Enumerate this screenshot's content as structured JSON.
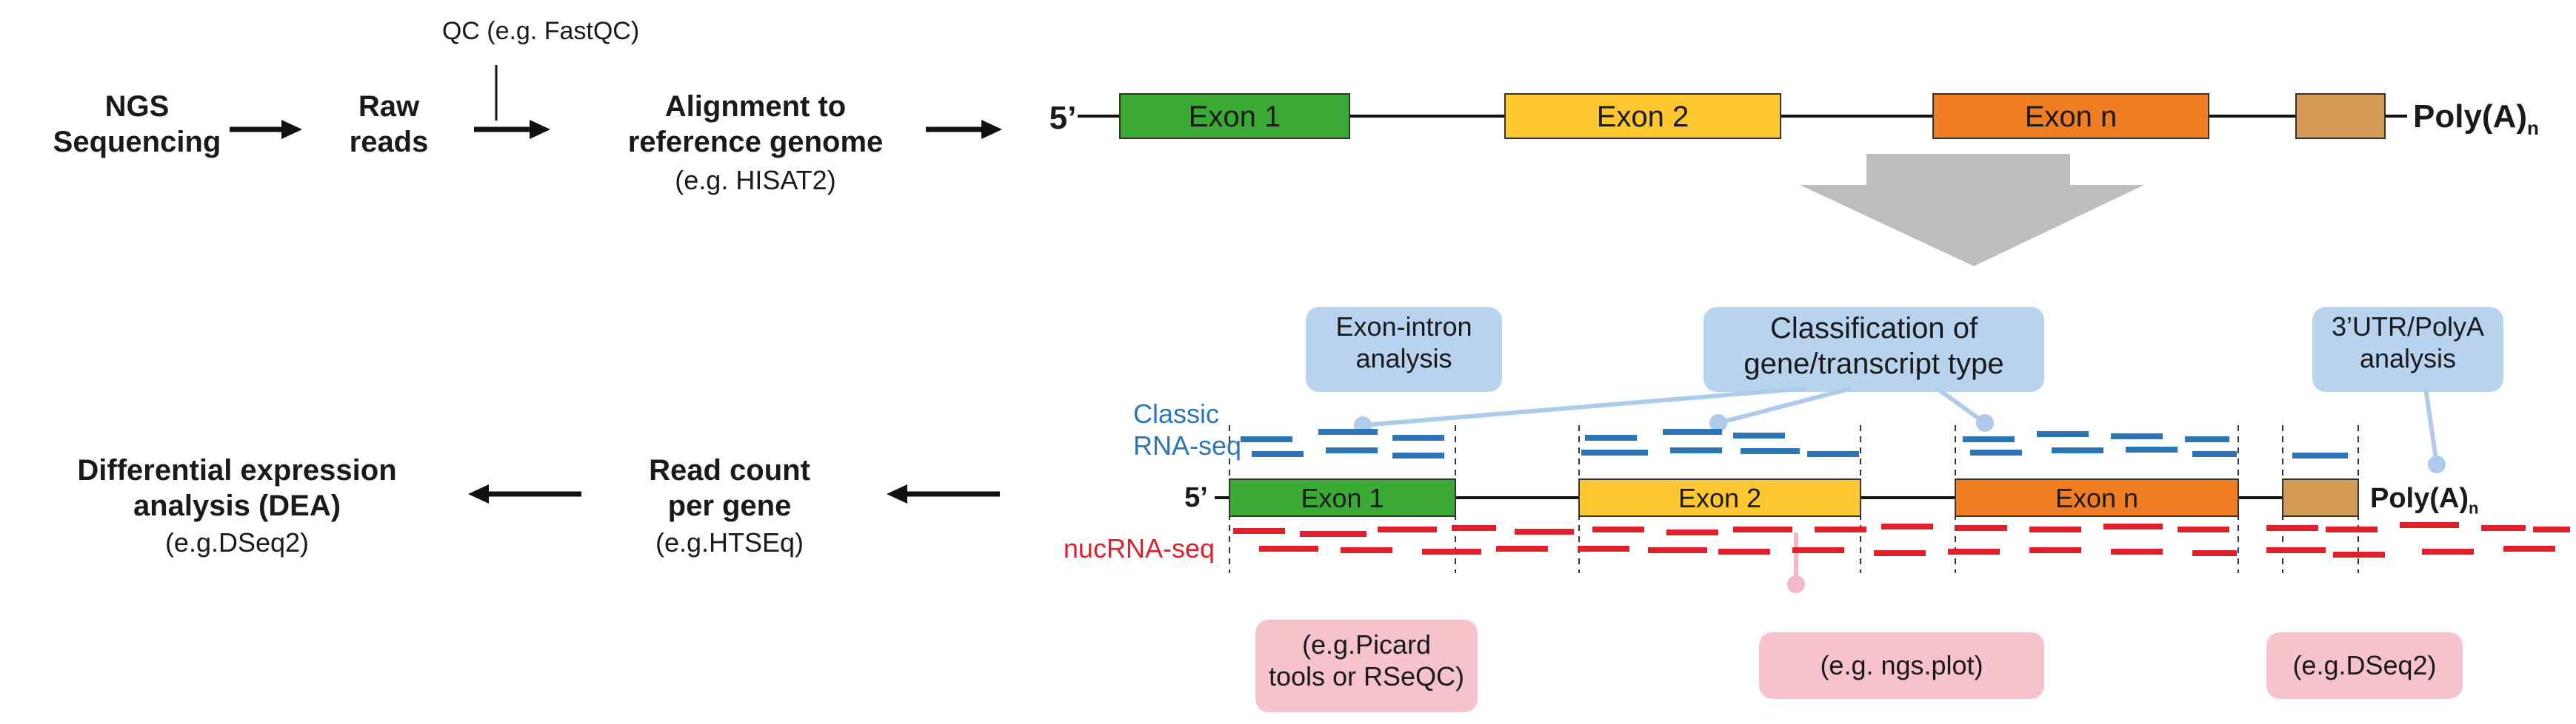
{
  "pipeline": {
    "ngs": [
      "NGS",
      "Sequencing"
    ],
    "raw": [
      "Raw",
      "reads"
    ],
    "qc": "QC (e.g. FastQC)",
    "align": [
      "Alignment to",
      "reference genome"
    ],
    "align_tool": "(e.g. HISAT2)",
    "count": [
      "Read count",
      "per gene"
    ],
    "count_tool": "(e.g.HTSEq)",
    "dea": [
      "Differential expression",
      "analysis (DEA)"
    ],
    "dea_tool": "(e.g.DSeq2)"
  },
  "gene_top": {
    "five_prime": "5’",
    "exons": [
      "Exon 1",
      "Exon 2",
      "Exon n"
    ],
    "polya": "Poly(A)",
    "polya_sub": "n"
  },
  "gene_bottom": {
    "five_prime": "5’",
    "exons": [
      "Exon 1",
      "Exon 2",
      "Exon n"
    ],
    "polya": "Poly(A)",
    "polya_sub": "n"
  },
  "tracks": {
    "classic": [
      "Classic",
      "RNA-seq"
    ],
    "nuc": "nucRNA-seq"
  },
  "callouts_blue": {
    "exon_intron": [
      "Exon-intron",
      "analysis"
    ],
    "classification": [
      "Classification of",
      "gene/transcript type"
    ],
    "utr": [
      "3’UTR/PolyA",
      "analysis"
    ]
  },
  "callouts_pink": {
    "picard": [
      "(e.g.Picard",
      "tools or RSeQC)"
    ],
    "ngsplot": "(e.g. ngs.plot)",
    "dseq": "(e.g.DSeq2)"
  },
  "colors": {
    "exon1": "#3aaa35",
    "exon2": "#fdc82f",
    "exonn": "#ef7d22",
    "utr": "#d39b55",
    "classic_read": "#2e75b6",
    "nuc_read": "#e0202a",
    "blue_box": "#b7d3ee",
    "pink_box": "#f6c3cd",
    "big_arrow": "#bdbdbd"
  }
}
